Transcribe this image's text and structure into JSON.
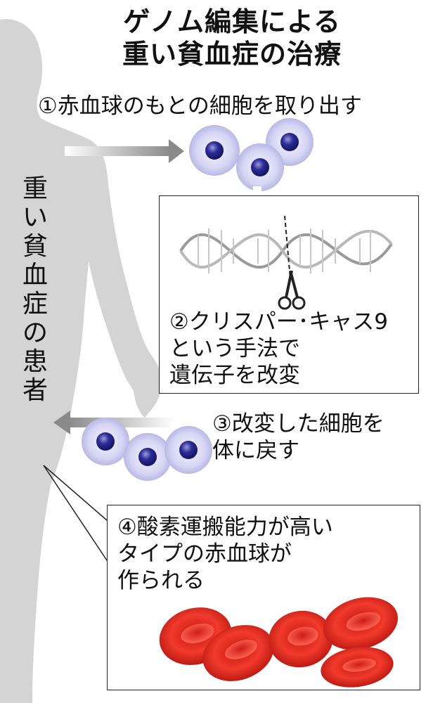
{
  "title": {
    "line1": "ゲノム編集による",
    "line2": "重い貧血症の治療"
  },
  "patient_label": "重い貧血症の患者",
  "steps": {
    "step1": "①赤血球のもとの細胞を取り出す",
    "step2": {
      "line1": "②クリスパー･キャス9",
      "line2": "という手法で",
      "line3": "遺伝子を改変"
    },
    "step3": {
      "line1": "③改変した細胞を",
      "line2": "体に戻す"
    },
    "step4": {
      "line1": "④酸素運搬能力が高い",
      "line2": "タイプの赤血球が",
      "line3": "作られる"
    }
  },
  "colors": {
    "silhouette": "#d3d3d3",
    "arrow": "#8c8c8c",
    "stem_cell_halo": "#ccccf0",
    "stem_cell_nucleus": "#1e1e80",
    "red_blood_cell": "#e2261c",
    "dna_strand": "#9a9a9a"
  },
  "icons": [
    "human-silhouette",
    "stem-cell-icon",
    "dna-helix-icon",
    "scissors-icon",
    "red-blood-cell-icon"
  ]
}
